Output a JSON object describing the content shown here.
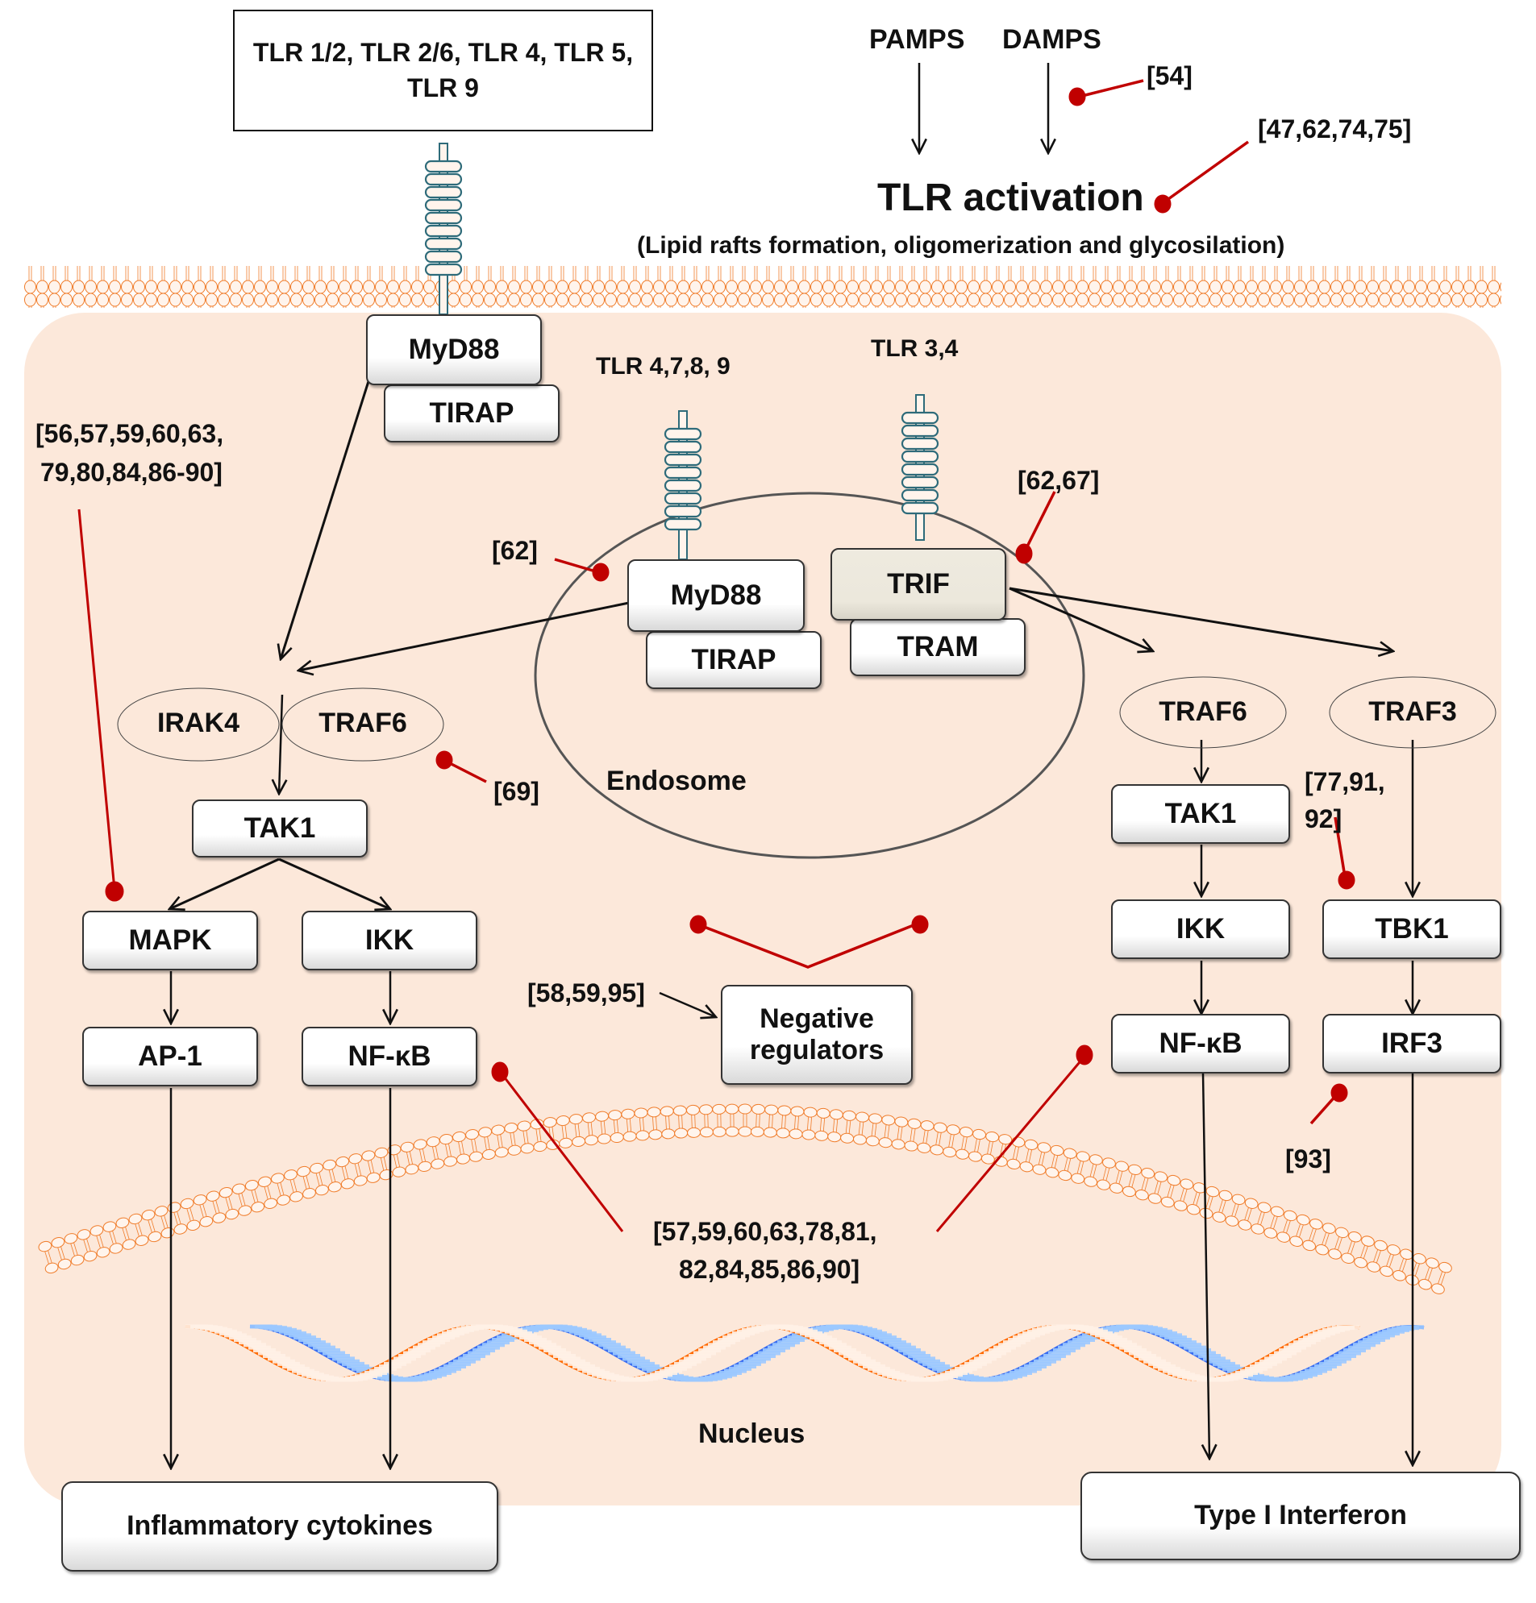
{
  "receptor_box": {
    "text": "TLR 1/2, TLR 2/6, TLR 4, TLR 5, TLR 9",
    "line1": "TLR 1/2, TLR 2/6, TLR 4, TLR 5,",
    "line2": "TLR 9"
  },
  "ligands": {
    "pamps": "PAMPS",
    "damps": "DAMPS"
  },
  "activation": {
    "title": "TLR activation",
    "subtitle": "(Lipid rafts formation, oligomerization and glycosilation)"
  },
  "receptor_groups": {
    "endosomal_myd88": "TLR 4,7,8, 9",
    "endosomal_trif": "TLR 3,4"
  },
  "nodes": {
    "myd88_surface": "MyD88",
    "tirap_surface": "TIRAP",
    "myd88_endo": "MyD88",
    "tirap_endo": "TIRAP",
    "trif": "TRIF",
    "tram": "TRAM",
    "irak4": "IRAK4",
    "traf6_left": "TRAF6",
    "tak1_left": "TAK1",
    "mapk": "MAPK",
    "ikk_left": "IKK",
    "ap1": "AP-1",
    "nfkb_left": "NF-κB",
    "traf6_right": "TRAF6",
    "traf3": "TRAF3",
    "tak1_right": "TAK1",
    "ikk_right": "IKK",
    "nfkb_right": "NF-κB",
    "tbk1": "TBK1",
    "irf3": "IRF3",
    "negative_regulators_line1": "Negative",
    "negative_regulators_line2": "regulators"
  },
  "compartments": {
    "endosome": "Endosome",
    "nucleus": "Nucleus"
  },
  "outputs": {
    "inflammatory": "Inflammatory cytokines",
    "interferon": "Type I Interferon"
  },
  "references": {
    "r54": "[54]",
    "r47": "[47,62,74,75]",
    "r56_line1": "[56,57,59,60,63,",
    "r56_line2": "79,80,84,86-90]",
    "r62": "[62]",
    "r62_67": "[62,67]",
    "r69": "[69]",
    "r77_line1": "[77,91,",
    "r77_line2": "92]",
    "r58": "[58,59,95]",
    "r57_line1": "[57,59,60,63,78,81,",
    "r57_line2": "82,84,85,86,90]",
    "r93": "[93]"
  },
  "colors": {
    "cytoplasm": "#fce8da",
    "membrane": "#f07c2a",
    "inhibitor": "#c00000",
    "receptor": "#2e6b7a",
    "dna_orange": "#ff6a00",
    "dna_blue": "#3a6df0",
    "dna_blue_fill": "#9cc9ff"
  }
}
